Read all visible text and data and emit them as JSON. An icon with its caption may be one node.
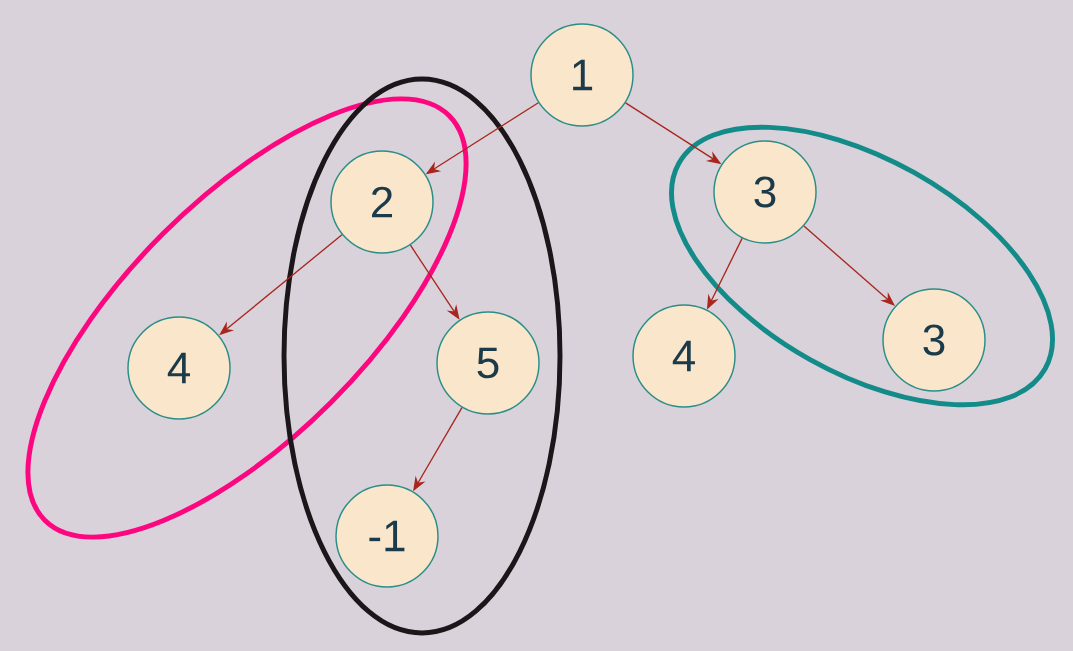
{
  "diagram": {
    "nodes": [
      {
        "text": [
          "1"
        ]
      },
      {
        "text": [],
        "shape": "ellipse"
      },
      {
        "text": [],
        "shape": "ellipse"
      },
      {
        "text": [],
        "shape": "ellipse"
      },
      {
        "text": [
          "2"
        ]
      },
      {
        "text": [
          "3"
        ],
        "in": 3
      },
      {
        "text": [
          "4"
        ],
        "in": 1
      },
      {
        "text": [
          "5"
        ],
        "in": 2
      },
      {
        "text": [
          "4"
        ]
      },
      {
        "text": [
          "3"
        ],
        "in": 3
      },
      {
        "text": [
          "-1"
        ],
        "in": 2
      }
    ],
    "edges": [
      {
        "from": 0,
        "to": 4,
        "arrow": "to"
      },
      {
        "from": 0,
        "to": 5,
        "arrow": "to"
      },
      {
        "from": 4,
        "to": 6,
        "arrow": "to"
      },
      {
        "from": 4,
        "to": 7,
        "arrow": "to"
      },
      {
        "from": 5,
        "to": 8,
        "arrow": "to"
      },
      {
        "from": 5,
        "to": 9,
        "arrow": "to"
      },
      {
        "from": 7,
        "to": 10,
        "arrow": "to"
      }
    ]
  }
}
